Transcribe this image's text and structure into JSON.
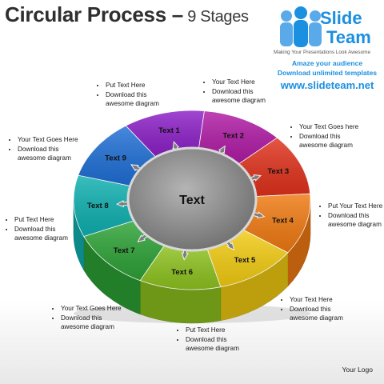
{
  "title": {
    "main": "Circular Process –",
    "sub": " 9 Stages"
  },
  "logo": {
    "brand_line1": "Slide",
    "brand_line2": "Team",
    "tagline": "Making Your Presentations Look Awesome",
    "promo_line1": "Amaze your audience",
    "promo_line2": "Download unlimited templates",
    "url": "www.slideteam.net"
  },
  "center_label": "Text",
  "segments": [
    {
      "label": "Text 1",
      "color": "#8c1fc7"
    },
    {
      "label": "Text 2",
      "color": "#b01ba5"
    },
    {
      "label": "Text 3",
      "color": "#e0321c"
    },
    {
      "label": "Text 4",
      "color": "#f07a12"
    },
    {
      "label": "Text 5",
      "color": "#f2cc12"
    },
    {
      "label": "Text 6",
      "color": "#8dc21f"
    },
    {
      "label": "Text 7",
      "color": "#2da236"
    },
    {
      "label": "Text 8",
      "color": "#0fb0b0"
    },
    {
      "label": "Text 9",
      "color": "#1f6fd6"
    }
  ],
  "notes": {
    "top_left": [
      "Put Text Here",
      "Download this",
      "awesome diagram"
    ],
    "top_center": [
      "Your Text Here",
      "Download this",
      "awesome diagram"
    ],
    "upper_right": [
      "Your Text Goes here",
      "Download this",
      "awesome diagram"
    ],
    "upper_left": [
      "Your Text Goes Here",
      "Download this",
      "awesome diagram"
    ],
    "mid_right": [
      "Put Your Text Here",
      "Download this",
      "awesome diagram"
    ],
    "mid_left": [
      "Put Text Here",
      "Download this",
      "awesome diagram"
    ],
    "lower_right": [
      "Your Text Here",
      "Download this",
      "awesome diagram"
    ],
    "lower_left": [
      "Your Text Goes Here",
      "Download this",
      "awesome diagram"
    ],
    "bottom_center": [
      "Put Text Here",
      "Download this",
      "awesome diagram"
    ]
  },
  "footer_logo": "Your Logo"
}
